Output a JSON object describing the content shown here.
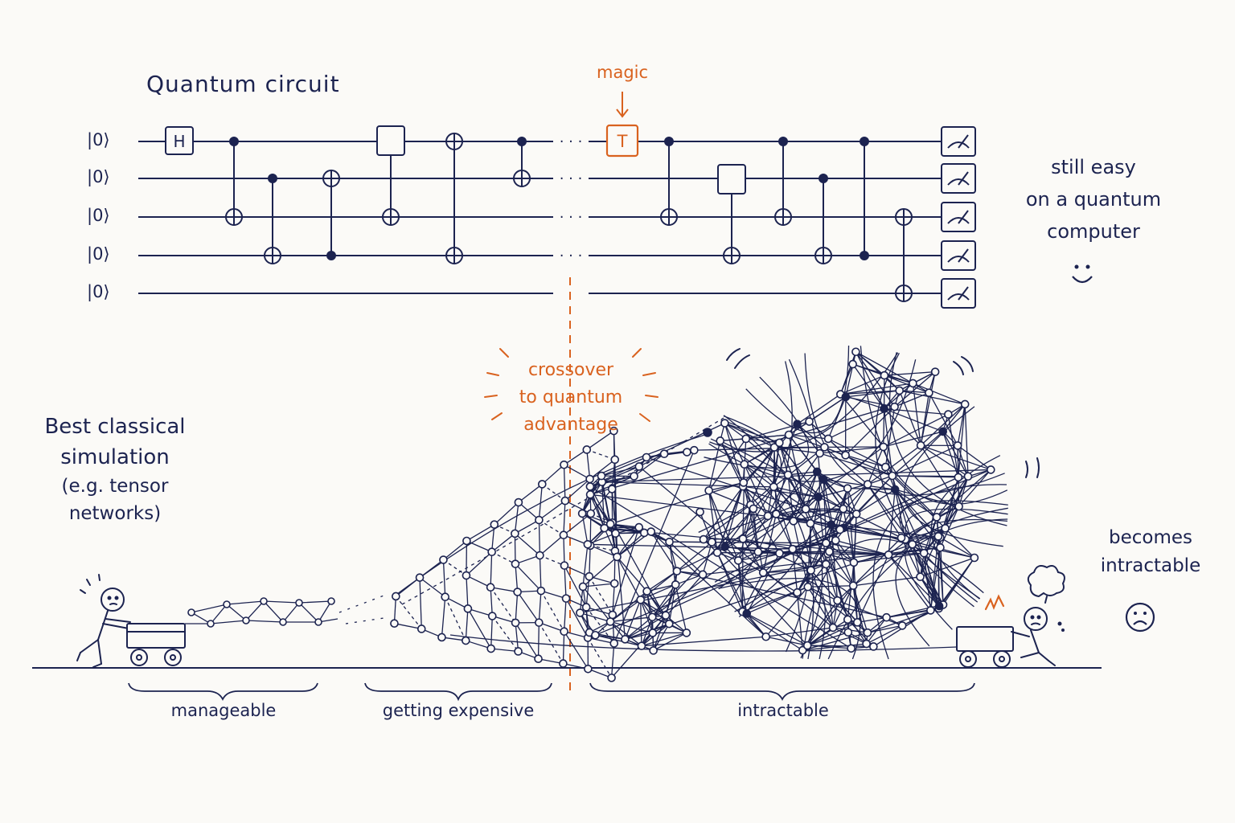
{
  "title": "Quantum circuit",
  "qubit_states": [
    "|0⟩",
    "|0⟩",
    "|0⟩",
    "|0⟩",
    "|0⟩"
  ],
  "gates": {
    "hadamard": "H",
    "t_gate": "T"
  },
  "ellipsis": "· · ·",
  "magic_label": "magic",
  "quantum_side": {
    "lines": [
      "still easy",
      "on a quantum",
      "computer"
    ],
    "face": "🙂"
  },
  "crossover": {
    "lines": [
      "crossover",
      "to quantum",
      "advantage"
    ]
  },
  "classical_side": {
    "lines": [
      "Best classical",
      "simulation",
      "(e.g. tensor",
      "networks)"
    ]
  },
  "outcome": {
    "lines": [
      "becomes",
      "intractable"
    ],
    "face": "☹"
  },
  "regions": [
    "manageable",
    "getting expensive",
    "intractable"
  ],
  "colors": {
    "ink": "#1c2350",
    "accent": "#d9621f",
    "background": "#fbfaf7"
  }
}
